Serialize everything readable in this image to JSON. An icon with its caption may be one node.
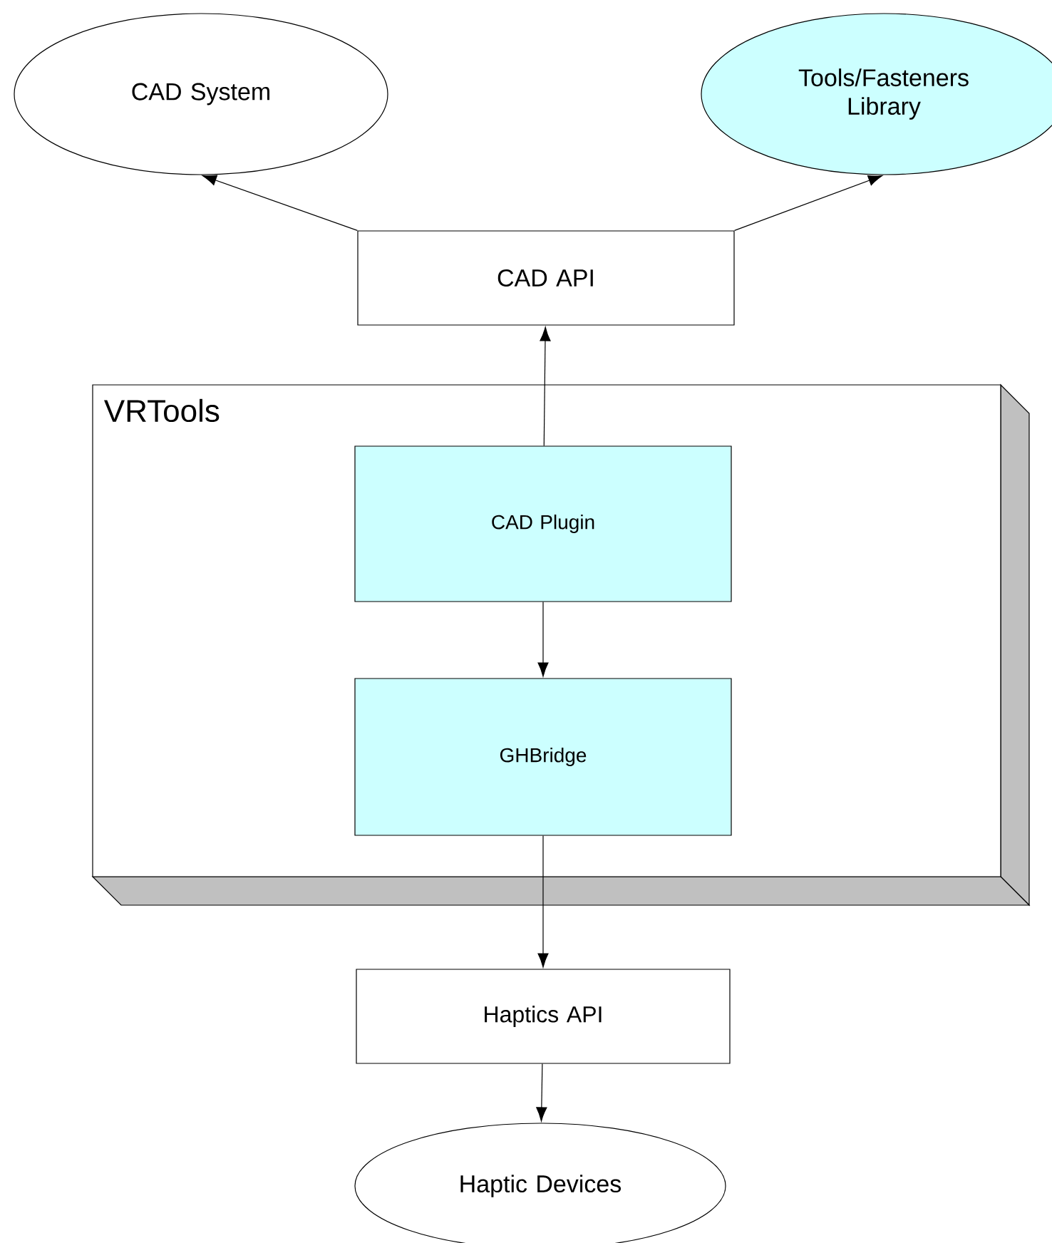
{
  "diagram": {
    "nodes": [
      {
        "text": [
          "CAD System"
        ]
      },
      {
        "text": [
          "Tools/Fasteners Library"
        ]
      },
      {
        "text": [
          "CAD  API"
        ]
      },
      {
        "text": [
          "VRTools"
        ]
      },
      {
        "text": [
          "CAD Plugin"
        ],
        "in": 3
      },
      {
        "text": [
          "GHBridge"
        ],
        "in": 3
      },
      {
        "text": [
          "Haptics API"
        ]
      },
      {
        "text": [
          "Haptic Devices"
        ]
      }
    ],
    "edges": [
      {
        "from": 2,
        "to": 0,
        "arrow": "to"
      },
      {
        "from": 2,
        "to": 1,
        "arrow": "to"
      },
      {
        "from": 4,
        "to": 2,
        "arrow": "to"
      },
      {
        "from": 4,
        "to": 5,
        "arrow": "to"
      },
      {
        "from": 5,
        "to": 6,
        "arrow": "to"
      },
      {
        "from": 6,
        "to": 7,
        "arrow": "to"
      }
    ]
  }
}
